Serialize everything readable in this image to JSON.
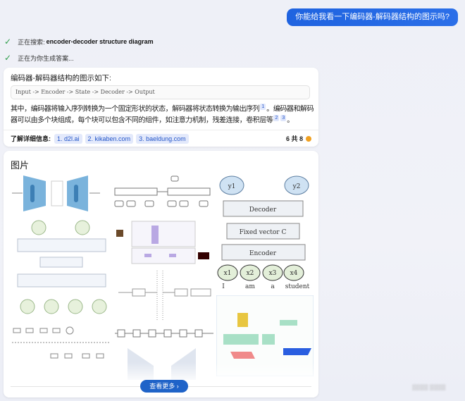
{
  "user_message": "你能给我看一下编码器-解码器结构的图示吗?",
  "status": [
    {
      "prefix": "正在搜索:",
      "query": "encoder-decoder structure diagram"
    },
    {
      "prefix": "正在为你生成答案...",
      "query": ""
    }
  ],
  "answer": {
    "intro": "编码器-解码器结构的图示如下:",
    "code": "Input -> Encoder -> State -> Decoder -> Output",
    "para_1": "其中，编码器将输入序列转换为一个固定形状的状态，解码器将状态转换为输出序列",
    "cite_1": "1",
    "para_2": "。编码器和解码器可以由多个块组成，每个块可以包含不同的组件，如注意力机制，残差连接，卷积层等",
    "cite_2": "2",
    "cite_3": "3",
    "para_end": "。",
    "learn_more_label": "了解详细信息:",
    "sources": [
      "1. d2l.ai",
      "2. kikaben.com",
      "3. baeldung.com"
    ],
    "count": "6 共 8"
  },
  "images": {
    "title": "图片",
    "see_more": "查看更多",
    "diagram": {
      "decoder": "Decoder",
      "fixed": "Fixed vector C",
      "encoder": "Encoder",
      "y": [
        "y1",
        "y2"
      ],
      "x": [
        "x1",
        "x2",
        "x3",
        "x4"
      ],
      "words": [
        "I",
        "am",
        "a",
        "student"
      ]
    }
  },
  "footer_blur": "▒▒▒▒ ▒▒▒▒"
}
